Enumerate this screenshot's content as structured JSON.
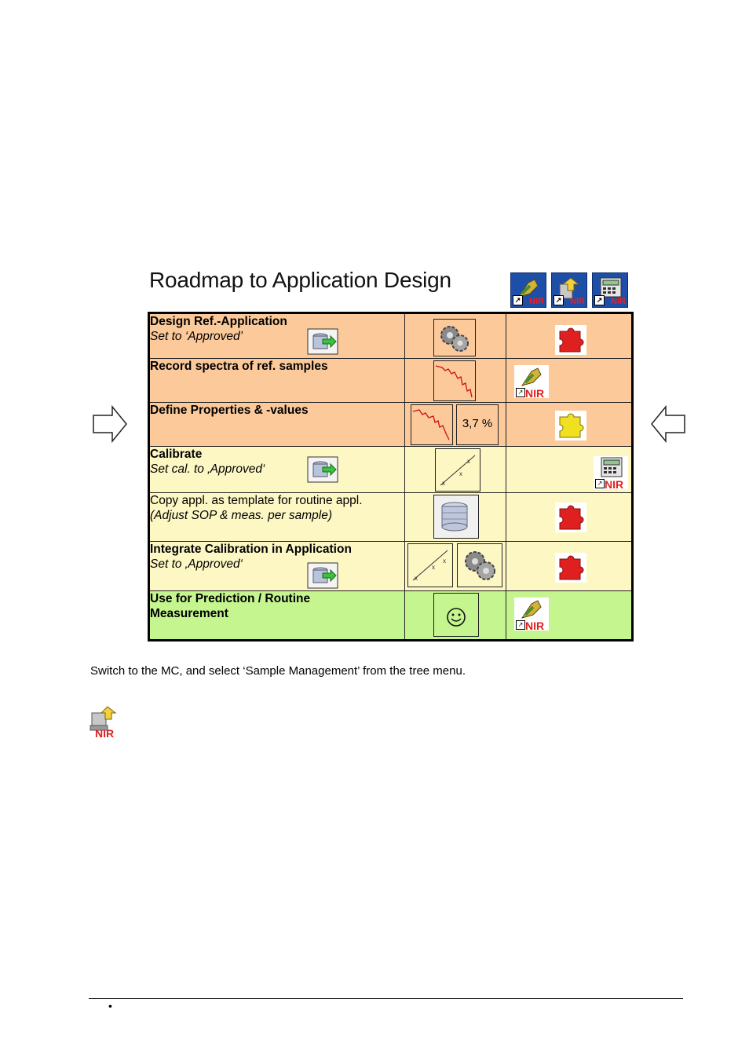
{
  "figure": {
    "title": "Roadmap to Application Design",
    "header_icons": [
      {
        "name": "calibration-icon",
        "label": "NIR"
      },
      {
        "name": "sample-management-icon",
        "label": "NIR"
      },
      {
        "name": "calculator-icon",
        "label": "NIR"
      }
    ],
    "rows": [
      {
        "line1": "Design Ref.-Application",
        "line2": "Set to ‘Approved’",
        "bg": "#fbc99a"
      },
      {
        "line1": "Record spectra of ref. samples",
        "line2": "",
        "bg": "#fbc99a"
      },
      {
        "line1": "Define Properties & -values",
        "line2": "",
        "bg": "#fbc99a",
        "value_box": "3,7 %"
      },
      {
        "line1": "Calibrate",
        "line2": "Set cal. to ‚Approved‘",
        "bg": "#fdf7c4"
      },
      {
        "line1": "Copy appl. as template for routine appl.",
        "line2": "(Adjust SOP & meas. per sample)",
        "bg": "#fdf7c4"
      },
      {
        "line1": "Integrate Calibration in Application",
        "line2": "Set to ‚Approved‘",
        "bg": "#fdf7c4"
      },
      {
        "line1": "Use for Prediction / Routine",
        "line2": "Measurement",
        "bg": "#c4f58f"
      }
    ],
    "nir_label": "NIR"
  },
  "caption": "Switch to the MC, and select ‘Sample Management’ from the tree menu.",
  "bottom_icon_label": "NIR",
  "footer_bullet": "•"
}
